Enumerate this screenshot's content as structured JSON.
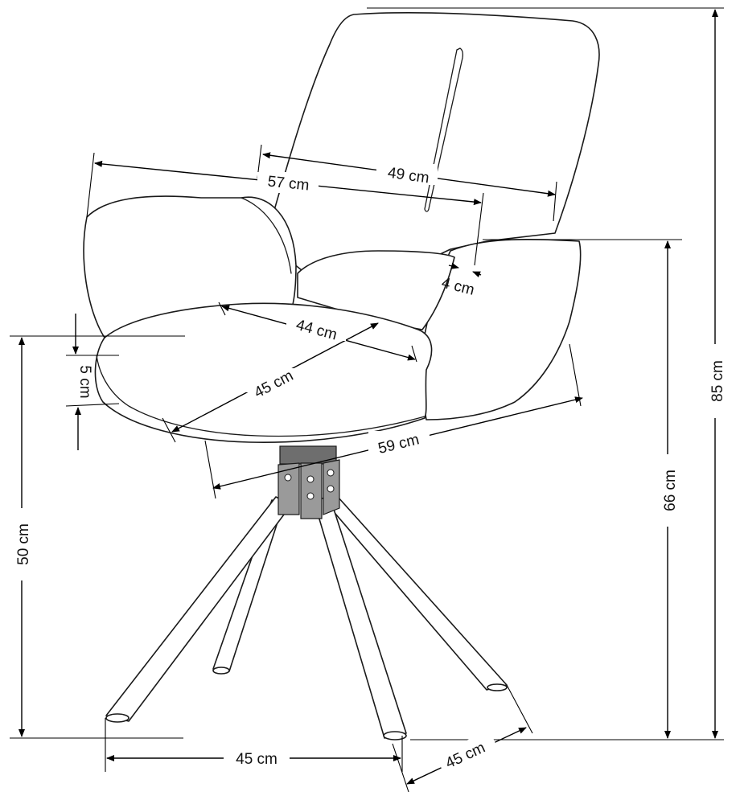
{
  "dimensions": {
    "total_height": "85 cm",
    "armrest_height": "66 cm",
    "base_height": "50 cm",
    "backrest_width": "49 cm",
    "arm_width": "57 cm",
    "arm_thickness": "4 cm",
    "seat_depth": "44 cm",
    "seat_width": "45 cm",
    "seat_cushion_thickness": "5 cm",
    "overall_depth": "59 cm",
    "base_width_front": "45 cm",
    "base_width_side": "45 cm"
  },
  "colors": {
    "line": "#1a1a1a",
    "metal": "#9a9a9a"
  }
}
